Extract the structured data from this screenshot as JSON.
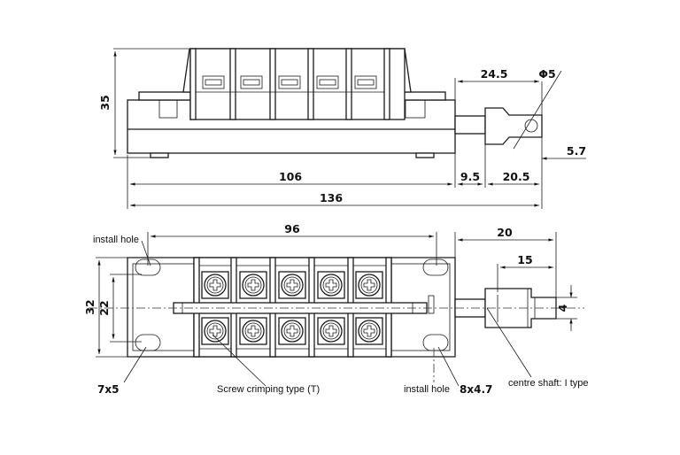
{
  "top_view": {
    "dim_height": "35",
    "dim_shaft_width": "24.5",
    "dim_phi": "Φ5",
    "dim_small": "5.7",
    "dim_body": "106",
    "dim_gap": "9.5",
    "dim_shaft": "20.5",
    "dim_total": "136"
  },
  "bottom_view": {
    "dim_hole_span": "96",
    "dim_shaft_len": "20",
    "dim_shaft_inner": "15",
    "dim_height_outer": "32",
    "dim_height_inner": "22",
    "dim_shaft_dia": "4",
    "hole_size_left": "7x5",
    "hole_size_right": "8x4.7"
  },
  "labels": {
    "install_hole_top": "install hole",
    "install_hole_bottom": "install hole",
    "screw_type": "Screw crimping type (T)",
    "centre_shaft": "centre shaft:  I type"
  },
  "colors": {
    "line": "#1a1a1a",
    "background": "#ffffff"
  },
  "icons": [
    "screw-terminal-icon",
    "arrowhead-icon"
  ]
}
